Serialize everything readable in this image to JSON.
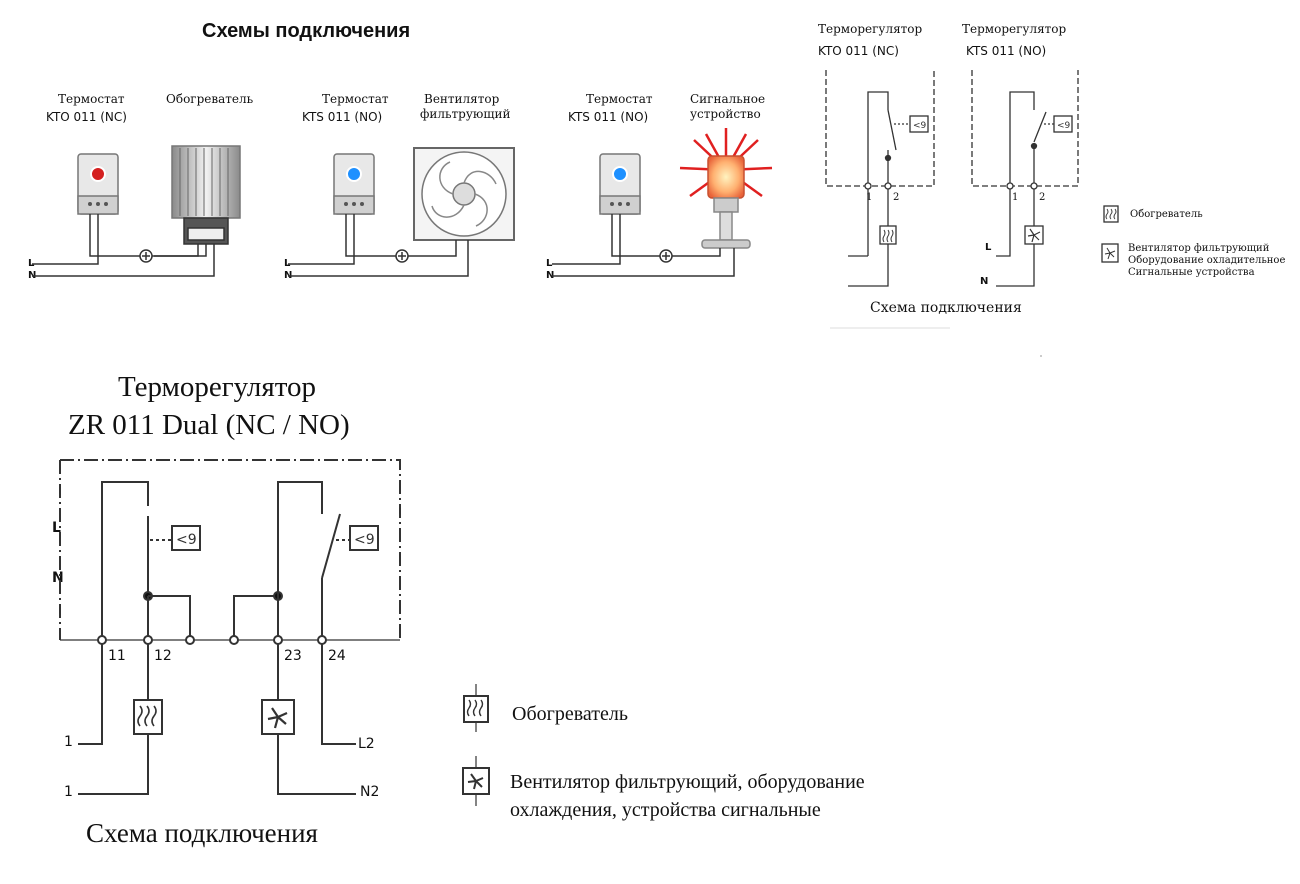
{
  "header": {
    "title": "Схемы подключения"
  },
  "diagram1": {
    "device_label": "Термостат",
    "device_model": "KTO 011 (NC)",
    "load_label": "Обогреватель",
    "line_l": "L",
    "line_n": "N"
  },
  "diagram2": {
    "device_label": "Термостат",
    "device_model": "KTS 011 (NO)",
    "load_label_1": "Вентилятор",
    "load_label_2": "фильтрующий",
    "line_l": "L",
    "line_n": "N"
  },
  "diagram3": {
    "device_label": "Термостат",
    "device_model": "KTS 011 (NO)",
    "load_label_1": "Сигнальное",
    "load_label_2": "устройство",
    "line_l": "L",
    "line_n": "N"
  },
  "schematic_small": {
    "left_title": "Терморегулятор",
    "left_model": "KTO 011 (NC)",
    "right_title": "Терморегулятор",
    "right_model": "KTS 011 (NO)",
    "term_1": "1",
    "term_2": "2",
    "line_l": "L",
    "line_n": "N",
    "caption": "Схема подключения",
    "legend_heater": "Обогреватель",
    "legend_fan_1": "Вентилятор фильтрующий",
    "legend_fan_2": "Оборудование охладительное",
    "legend_fan_3": "Сигнальные устройства"
  },
  "schematic_dual": {
    "title": "Терморегулятор",
    "model": "ZR 011 Dual (NC / NO)",
    "terminals": [
      "11",
      "12",
      "23",
      "24"
    ],
    "side_l": "L",
    "side_n": "N",
    "line_1a": "1",
    "line_1b": "1",
    "line_l2": "L2",
    "line_n2": "N2",
    "caption": "Схема подключения",
    "legend_heater": "Обогреватель",
    "legend_fan_1": "Вентилятор фильтрующий, оборудование",
    "legend_fan_2": "охлаждения, устройства сигнальные"
  },
  "colors": {
    "line": "#333333",
    "thermostat_red": "#d42020",
    "thermostat_blue": "#1e90ff",
    "signal_red": "#e02020"
  }
}
